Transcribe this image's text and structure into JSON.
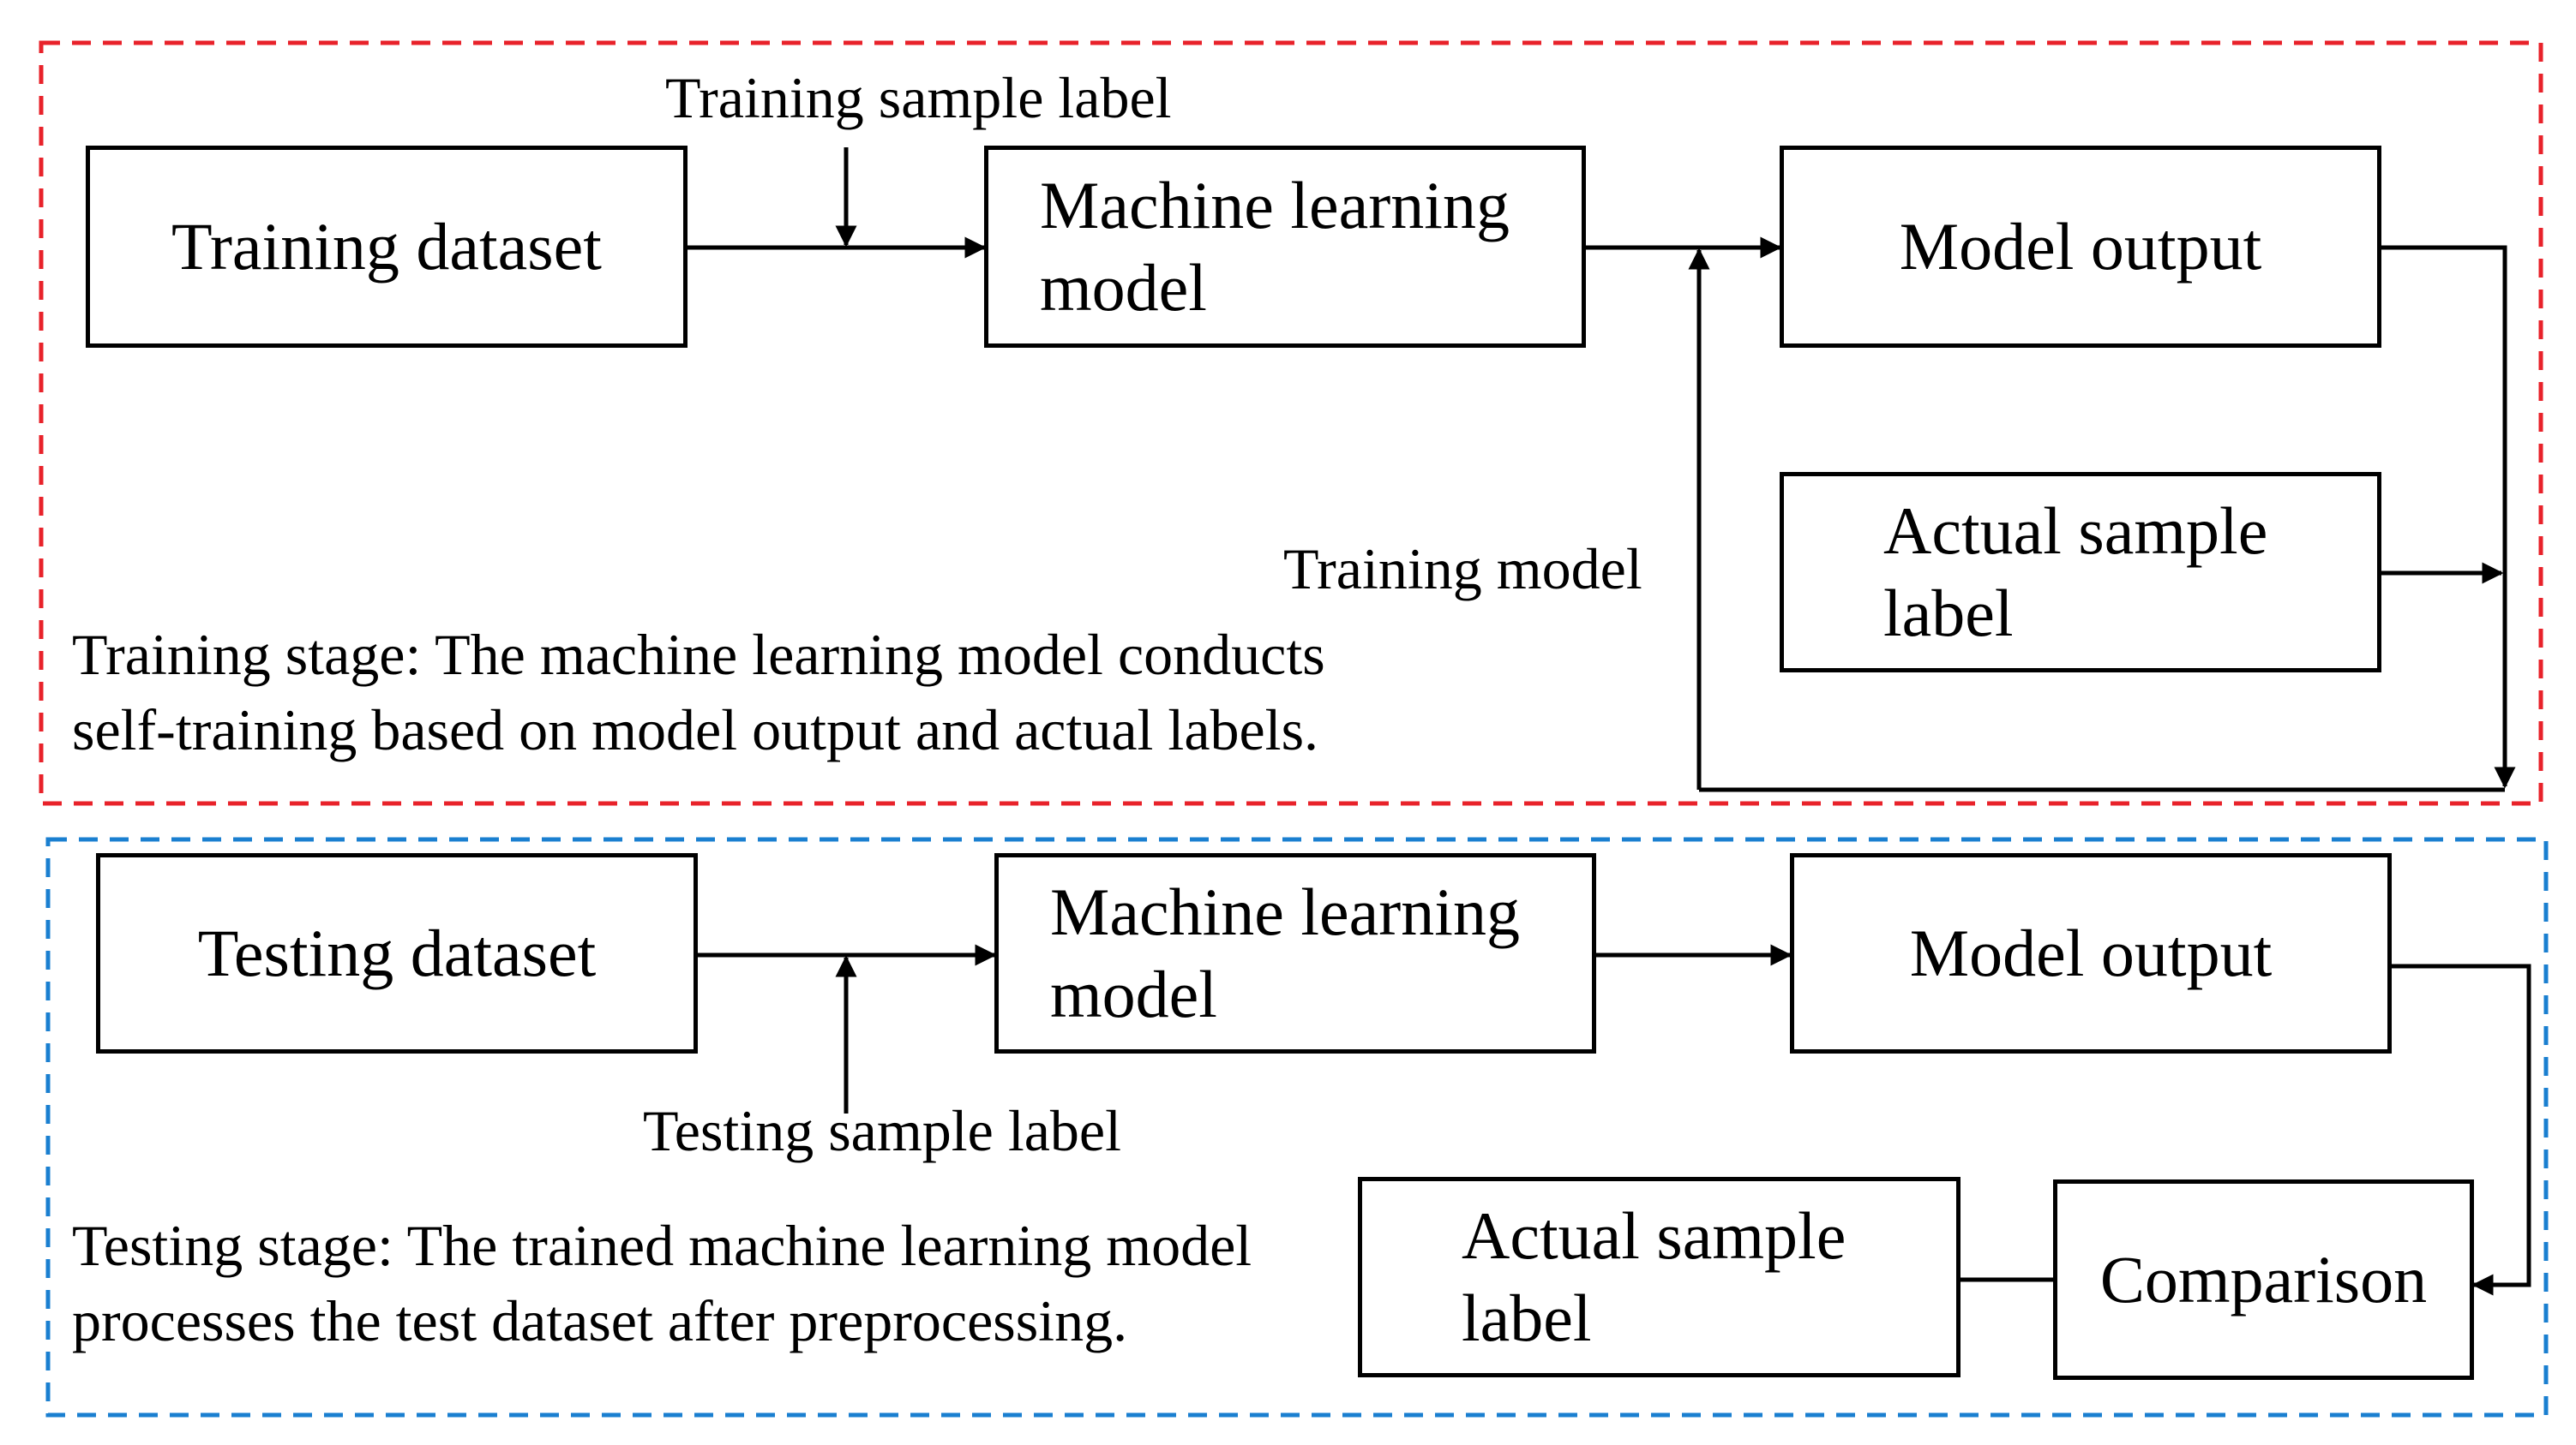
{
  "diagram": {
    "training_stage": {
      "border_color": "#e8222a",
      "boxes": {
        "dataset": "Training dataset",
        "model": "Machine learning\nmodel",
        "output": "Model output",
        "actual_label": "Actual sample\nlabel"
      },
      "labels": {
        "sample_label": "Training sample label",
        "training_model": "Training model"
      },
      "caption": {
        "line1": "Training stage: The machine learning model conducts",
        "line2": "self-training based on model output and actual labels."
      }
    },
    "testing_stage": {
      "border_color": "#1a7fd0",
      "boxes": {
        "dataset": "Testing dataset",
        "model": "Machine learning\nmodel",
        "output": "Model output",
        "actual_label": "Actual sample\nlabel",
        "comparison": "Comparison"
      },
      "labels": {
        "sample_label": "Testing sample label"
      },
      "caption": {
        "line1": "Testing stage: The trained machine learning model",
        "line2": "processes the test dataset after preprocessing."
      }
    }
  }
}
